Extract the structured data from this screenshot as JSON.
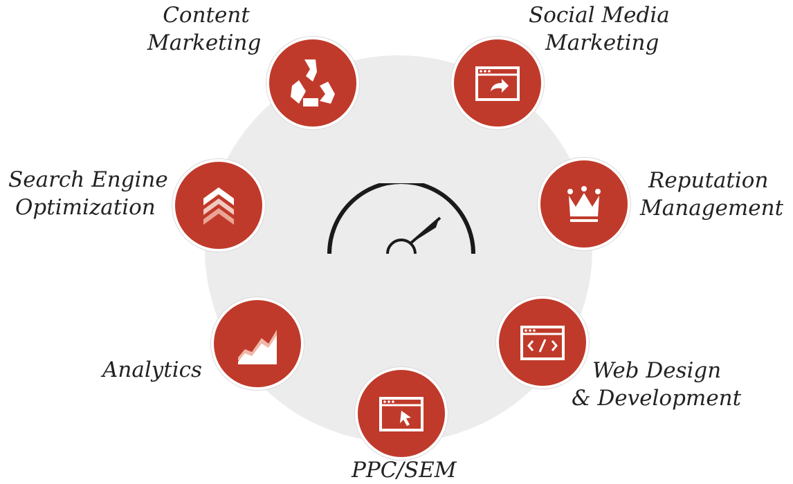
{
  "colors": {
    "node": "#c03a2b",
    "disc": "#ececec",
    "text": "#222222",
    "gauge": "#1a1a1a"
  },
  "center": {
    "icon": "speedometer-icon"
  },
  "nodes": [
    {
      "id": "content-marketing",
      "label_line1": "Content",
      "label_line2": "Marketing",
      "icon": "recycle-icon"
    },
    {
      "id": "social-media-marketing",
      "label_line1": "Social Media",
      "label_line2": "Marketing",
      "icon": "browser-share-icon"
    },
    {
      "id": "seo",
      "label_line1": "Search Engine",
      "label_line2": "Optimization",
      "icon": "chevrons-up-icon"
    },
    {
      "id": "reputation-management",
      "label_line1": "Reputation",
      "label_line2": "Management",
      "icon": "crown-icon"
    },
    {
      "id": "analytics",
      "label_line1": "Analytics",
      "icon": "area-chart-icon"
    },
    {
      "id": "web-design",
      "label_line1": "Web Design",
      "label_line2": "& Development",
      "icon": "browser-code-icon"
    },
    {
      "id": "ppc-sem",
      "label_line1": "PPC/SEM",
      "icon": "browser-cursor-icon"
    }
  ]
}
